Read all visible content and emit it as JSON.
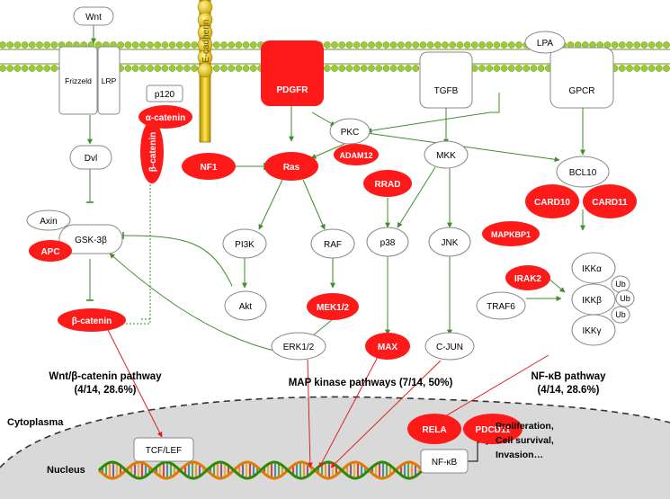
{
  "colors": {
    "membrane": "#9acd32",
    "membrane_line": "#6b8e23",
    "highlight": "#ff1a1a",
    "arrow_green": "#3e8e2a",
    "arrow_red": "#e02020",
    "ecadherin": "#e6c200",
    "nucleus_fill": "#d9d9d9",
    "white_node": "#ffffff",
    "node_border": "#7f7f7f"
  },
  "nodes": {
    "wnt": "Wnt",
    "frizzled": "Frizzeld",
    "lrp": "LRP",
    "dvl": "Dvl",
    "axin": "Axin",
    "gsk3b": "GSK-3β",
    "apc": "APC",
    "beta_catenin_cyto": "β-catenin",
    "p120": "p120",
    "alpha_catenin": "α-catenin",
    "beta_catenin_membrane": "β-catenin",
    "ecadherin": "E-cadherin",
    "pdgfr": "PDGFR",
    "pkc": "PKC",
    "adam12": "ADAM12",
    "nf1": "NF1",
    "ras": "Ras",
    "pi3k": "PI3K",
    "raf": "RAF",
    "akt": "Akt",
    "mek12": "MEK1/2",
    "erk12": "ERK1/2",
    "tgfb": "TGFB",
    "mkk": "MKK",
    "rrad": "RRAD",
    "p38": "p38",
    "jnk": "JNK",
    "mapkbp1": "MAPKBP1",
    "max": "MAX",
    "cjun": "C-JUN",
    "lpa": "LPA",
    "gpcr": "GPCR",
    "bcl10": "BCL10",
    "card10": "CARD10",
    "card11": "CARD11",
    "irak2": "IRAK2",
    "traf6": "TRAF6",
    "ikka": "IKKα",
    "ikkb": "IKKβ",
    "ikkg": "IKKγ",
    "ub1": "Ub",
    "ub2": "Ub",
    "ub3": "Ub",
    "tcf_lef": "TCF/LEF",
    "rela": "RELA",
    "pdcd11": "PDCD11",
    "nfkb_nucleus": "NF-κB"
  },
  "pathways": {
    "wnt_line1": "Wnt/β-catenin pathway",
    "wnt_line2": "(4/14, 28.6%)",
    "mapk": "MAP kinase pathways (7/14, 50%)",
    "nfkb_line1": "NF-κB pathway",
    "nfkb_line2": "(4/14, 28.6%)"
  },
  "regions": {
    "cytoplasma": "Cytoplasma",
    "nucleus": "Nucleus"
  },
  "outcome": {
    "line1": "Proliferation,",
    "line2": "Cell survival,",
    "line3": "Invasion…"
  }
}
